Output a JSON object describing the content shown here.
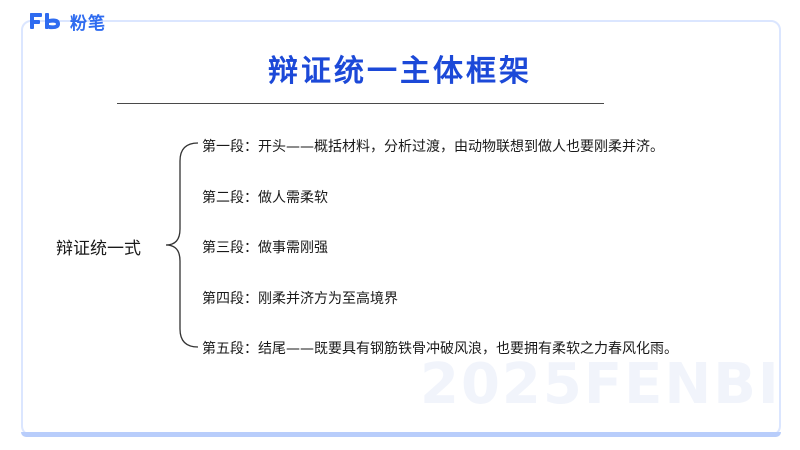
{
  "brand": {
    "logo_text": "粉笔",
    "logo_mark": "Fb",
    "accent_color": "#2f6cf0"
  },
  "slide": {
    "title": "辩证统一主体框架",
    "title_color": "#1c49d8",
    "watermark": "2025FENBI"
  },
  "diagram": {
    "root": "辩证统一式",
    "branches": [
      "第一段：开头——概括材料，分析过渡，由动物联想到做人也要刚柔并济。",
      "第二段：做人需柔软",
      "第三段：做事需刚强",
      "第四段：刚柔并济方为至高境界",
      "第五段：结尾——既要具有钢筋铁骨冲破风浪，也要拥有柔软之力春风化雨。"
    ]
  }
}
